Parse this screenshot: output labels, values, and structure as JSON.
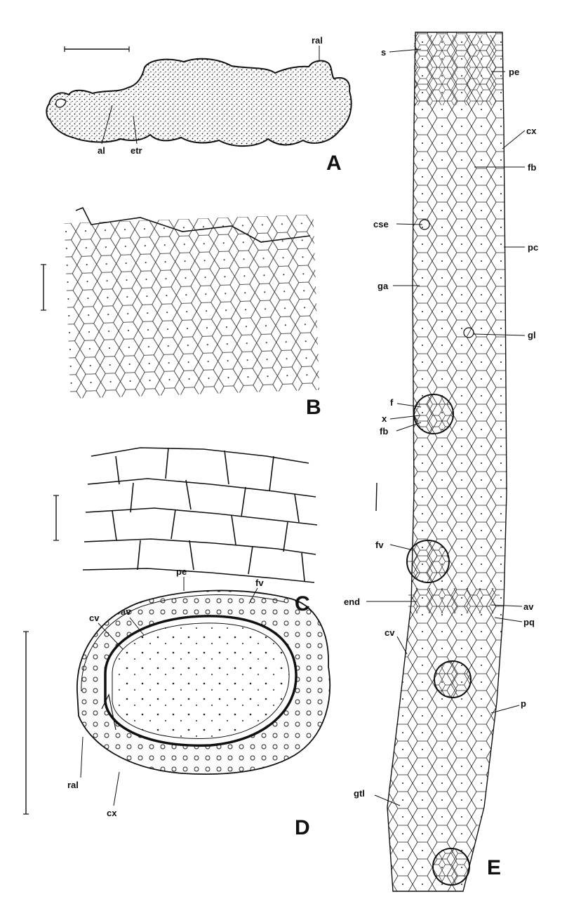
{
  "panels": {
    "A": "A",
    "B": "B",
    "C": "C",
    "D": "D",
    "E": "E"
  },
  "labels": {
    "a_ral": "ral",
    "a_al": "al",
    "a_etr": "etr",
    "d_pe": "pe",
    "d_fv": "fv",
    "d_av": "av",
    "d_cv": "cv",
    "d_ral": "ral",
    "d_cx": "cx",
    "e_s": "s",
    "e_pe": "pe",
    "e_cx": "cx",
    "e_fb": "fb",
    "e_cse": "cse",
    "e_pc": "pc",
    "e_ga": "ga",
    "e_gl": "gl",
    "e_f": "f",
    "e_x": "x",
    "e_fb2": "fb",
    "e_fv": "fv",
    "e_end": "end",
    "e_av": "av",
    "e_pq": "pq",
    "e_cv": "cv",
    "e_p": "p",
    "e_gtl": "gtl"
  }
}
